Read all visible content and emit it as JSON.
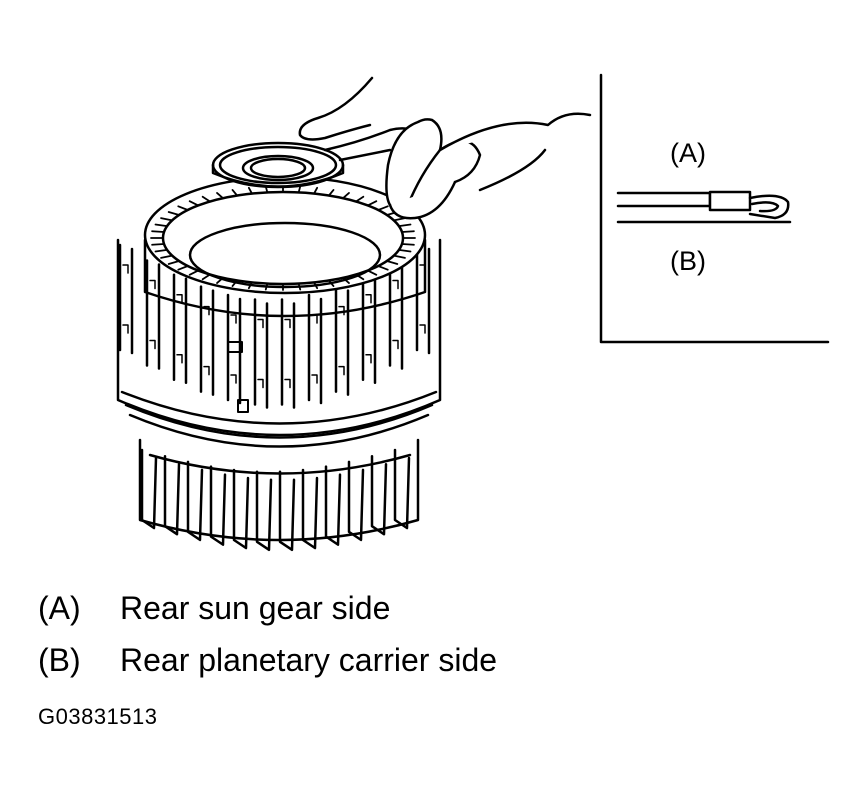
{
  "inset": {
    "label_a": "(A)",
    "label_b": "(B)"
  },
  "legend": [
    {
      "key": "(A)",
      "text": "Rear sun gear side"
    },
    {
      "key": "(B)",
      "text": "Rear planetary carrier side"
    }
  ],
  "figure_id": "G03831513",
  "colors": {
    "ink": "#000000",
    "paper": "#ffffff"
  }
}
